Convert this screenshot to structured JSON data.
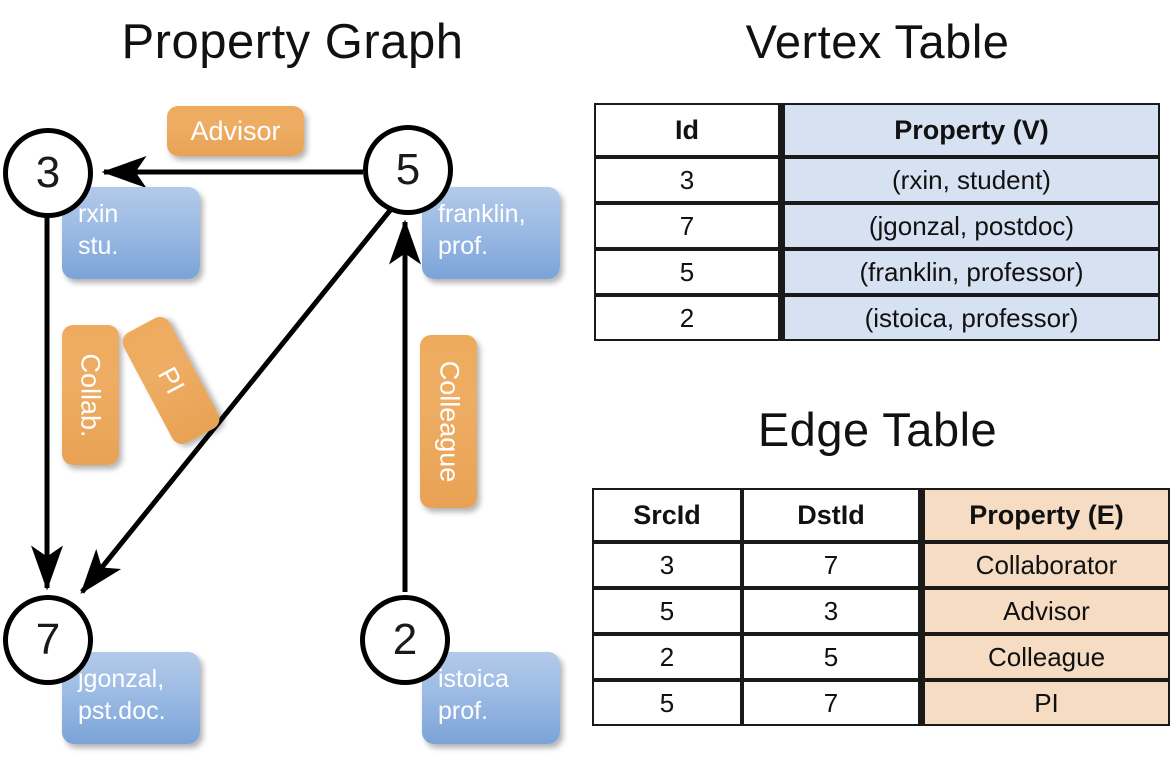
{
  "titles": {
    "property_graph": "Property Graph",
    "vertex_table": "Vertex Table",
    "edge_table": "Edge Table"
  },
  "graph": {
    "nodes": [
      {
        "id": "3",
        "property_line1": "rxin",
        "property_line2": "stu."
      },
      {
        "id": "5",
        "property_line1": "franklin,",
        "property_line2": "prof."
      },
      {
        "id": "7",
        "property_line1": "jgonzal,",
        "property_line2": "pst.doc."
      },
      {
        "id": "2",
        "property_line1": "istoica",
        "property_line2": "prof."
      }
    ],
    "edge_labels": {
      "advisor": "Advisor",
      "collab": "Collab.",
      "pi": "PI",
      "colleague": "Colleague"
    },
    "edges": [
      {
        "from": "5",
        "to": "3",
        "label": "Advisor"
      },
      {
        "from": "3",
        "to": "7",
        "label": "Collab."
      },
      {
        "from": "5",
        "to": "7",
        "label": "PI"
      },
      {
        "from": "2",
        "to": "5",
        "label": "Colleague"
      }
    ]
  },
  "vertex_table": {
    "headers": [
      "Id",
      "Property (V)"
    ],
    "rows": [
      {
        "id": "3",
        "property": "(rxin, student)"
      },
      {
        "id": "7",
        "property": "(jgonzal, postdoc)"
      },
      {
        "id": "5",
        "property": "(franklin, professor)"
      },
      {
        "id": "2",
        "property": "(istoica, professor)"
      }
    ]
  },
  "edge_table": {
    "headers": [
      "SrcId",
      "DstId",
      "Property (E)"
    ],
    "rows": [
      {
        "src": "3",
        "dst": "7",
        "property": "Collaborator"
      },
      {
        "src": "5",
        "dst": "3",
        "property": "Advisor"
      },
      {
        "src": "2",
        "dst": "5",
        "property": "Colleague"
      },
      {
        "src": "5",
        "dst": "7",
        "property": "PI"
      }
    ]
  },
  "colors": {
    "vertex_property_fill": "#d6e2f2",
    "edge_property_fill": "#f6dcc2",
    "node_callout": "#9cbbe4",
    "edge_callout": "#eead64",
    "stroke": "#1a1a1a"
  }
}
